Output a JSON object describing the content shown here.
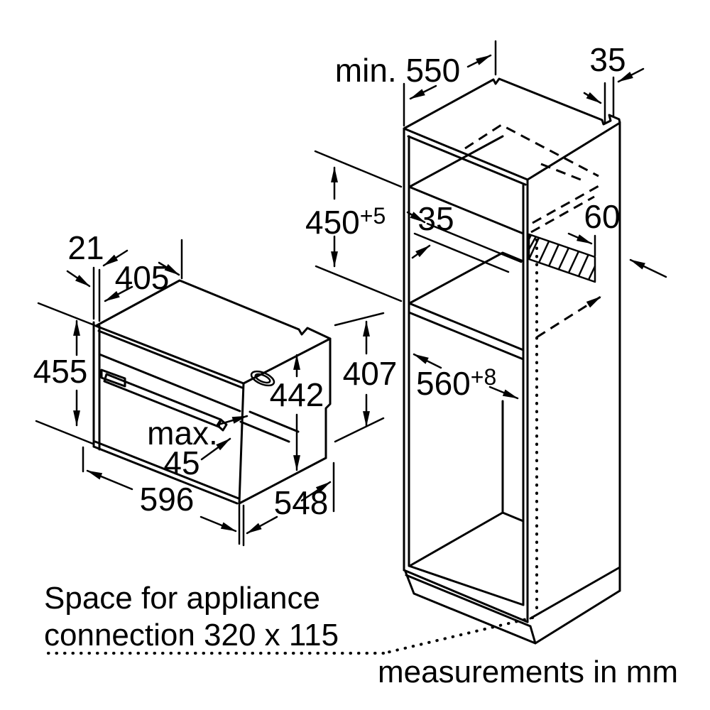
{
  "diagram_title": "appliance installation dimensions",
  "units_note": "measurements in mm",
  "connection_note": {
    "line1": "Space for appliance",
    "line2": "connection 320 x 115"
  },
  "oven": {
    "dims": {
      "door_thickness": "21",
      "top_depth": "405",
      "height": "455",
      "body_height": "442",
      "rear_height": "407",
      "door_protrusion_label": "max.",
      "door_protrusion_value": "45",
      "width": "596",
      "depth": "548"
    }
  },
  "cabinet": {
    "dims": {
      "min_depth": "min. 550",
      "top_rail_thickness": "35",
      "niche_height": "450",
      "niche_height_tolerance": "+5",
      "shelf_thickness": "35",
      "vent_width": "60",
      "niche_width": "560",
      "niche_width_tolerance": "+8"
    }
  },
  "colors": {
    "line": "#000000",
    "background": "#ffffff"
  }
}
